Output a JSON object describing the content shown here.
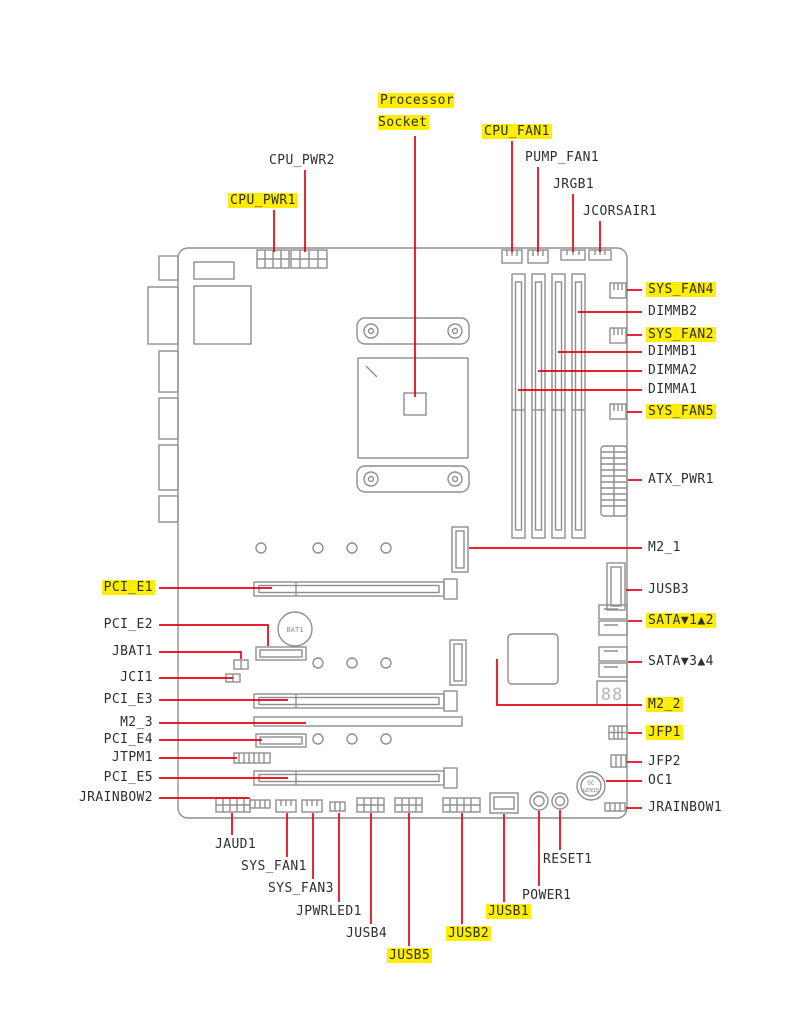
{
  "diagram": {
    "description": "Motherboard connector overview diagram"
  },
  "colors": {
    "highlight": "#ffee00",
    "leader_line": "#e60012",
    "board_outline": "#8f8f8f",
    "label_text": "#2f2f2f"
  },
  "board": {
    "battery_label": "BAT1",
    "debug_led_value": "88",
    "oc_button_line1": "OC",
    "oc_button_line2": "GENIE"
  },
  "labels": [
    {
      "id": "processor_socket",
      "text": "Processor Socket",
      "highlighted": true
    },
    {
      "id": "cpu_fan1",
      "text": "CPU_FAN1",
      "highlighted": true
    },
    {
      "id": "pump_fan1",
      "text": "PUMP_FAN1",
      "highlighted": false
    },
    {
      "id": "jrgb1",
      "text": "JRGB1",
      "highlighted": false
    },
    {
      "id": "jcorsair1",
      "text": "JCORSAIR1",
      "highlighted": false
    },
    {
      "id": "cpu_pwr2",
      "text": "CPU_PWR2",
      "highlighted": false
    },
    {
      "id": "cpu_pwr1",
      "text": "CPU_PWR1",
      "highlighted": true
    },
    {
      "id": "sys_fan4",
      "text": "SYS_FAN4",
      "highlighted": true
    },
    {
      "id": "dimmb2",
      "text": "DIMMB2",
      "highlighted": false
    },
    {
      "id": "sys_fan2",
      "text": "SYS_FAN2",
      "highlighted": true
    },
    {
      "id": "dimmb1",
      "text": "DIMMB1",
      "highlighted": false
    },
    {
      "id": "dimma2",
      "text": "DIMMA2",
      "highlighted": false
    },
    {
      "id": "dimma1",
      "text": "DIMMA1",
      "highlighted": false
    },
    {
      "id": "sys_fan5",
      "text": "SYS_FAN5",
      "highlighted": true
    },
    {
      "id": "atx_pwr1",
      "text": "ATX_PWR1",
      "highlighted": false
    },
    {
      "id": "m2_1",
      "text": "M2_1",
      "highlighted": false
    },
    {
      "id": "jusb3",
      "text": "JUSB3",
      "highlighted": false
    },
    {
      "id": "sata_1_2",
      "text": "SATA▼1▲2",
      "highlighted": true
    },
    {
      "id": "sata_3_4",
      "text": "SATA▼3▲4",
      "highlighted": false
    },
    {
      "id": "m2_2",
      "text": "M2_2",
      "highlighted": true
    },
    {
      "id": "jfp1",
      "text": "JFP1",
      "highlighted": true
    },
    {
      "id": "jfp2",
      "text": "JFP2",
      "highlighted": false
    },
    {
      "id": "oc1",
      "text": "OC1",
      "highlighted": false
    },
    {
      "id": "jrainbow1",
      "text": "JRAINBOW1",
      "highlighted": false
    },
    {
      "id": "pci_e1",
      "text": "PCI_E1",
      "highlighted": true
    },
    {
      "id": "pci_e2",
      "text": "PCI_E2",
      "highlighted": false
    },
    {
      "id": "jbat1",
      "text": "JBAT1",
      "highlighted": false
    },
    {
      "id": "jci1",
      "text": "JCI1",
      "highlighted": false
    },
    {
      "id": "pci_e3",
      "text": "PCI_E3",
      "highlighted": false
    },
    {
      "id": "m2_3",
      "text": "M2_3",
      "highlighted": false
    },
    {
      "id": "pci_e4",
      "text": "PCI_E4",
      "highlighted": false
    },
    {
      "id": "jtpm1",
      "text": "JTPM1",
      "highlighted": false
    },
    {
      "id": "pci_e5",
      "text": "PCI_E5",
      "highlighted": false
    },
    {
      "id": "jrainbow2",
      "text": "JRAINBOW2",
      "highlighted": false
    },
    {
      "id": "jaud1",
      "text": "JAUD1",
      "highlighted": false
    },
    {
      "id": "sys_fan1",
      "text": "SYS_FAN1",
      "highlighted": false
    },
    {
      "id": "sys_fan3",
      "text": "SYS_FAN3",
      "highlighted": false
    },
    {
      "id": "jpwrled1",
      "text": "JPWRLED1",
      "highlighted": false
    },
    {
      "id": "jusb4",
      "text": "JUSB4",
      "highlighted": false
    },
    {
      "id": "jusb5",
      "text": "JUSB5",
      "highlighted": true
    },
    {
      "id": "jusb2",
      "text": "JUSB2",
      "highlighted": true
    },
    {
      "id": "jusb1",
      "text": "JUSB1",
      "highlighted": true
    },
    {
      "id": "power1",
      "text": "POWER1",
      "highlighted": false
    },
    {
      "id": "reset1",
      "text": "RESET1",
      "highlighted": false
    }
  ]
}
